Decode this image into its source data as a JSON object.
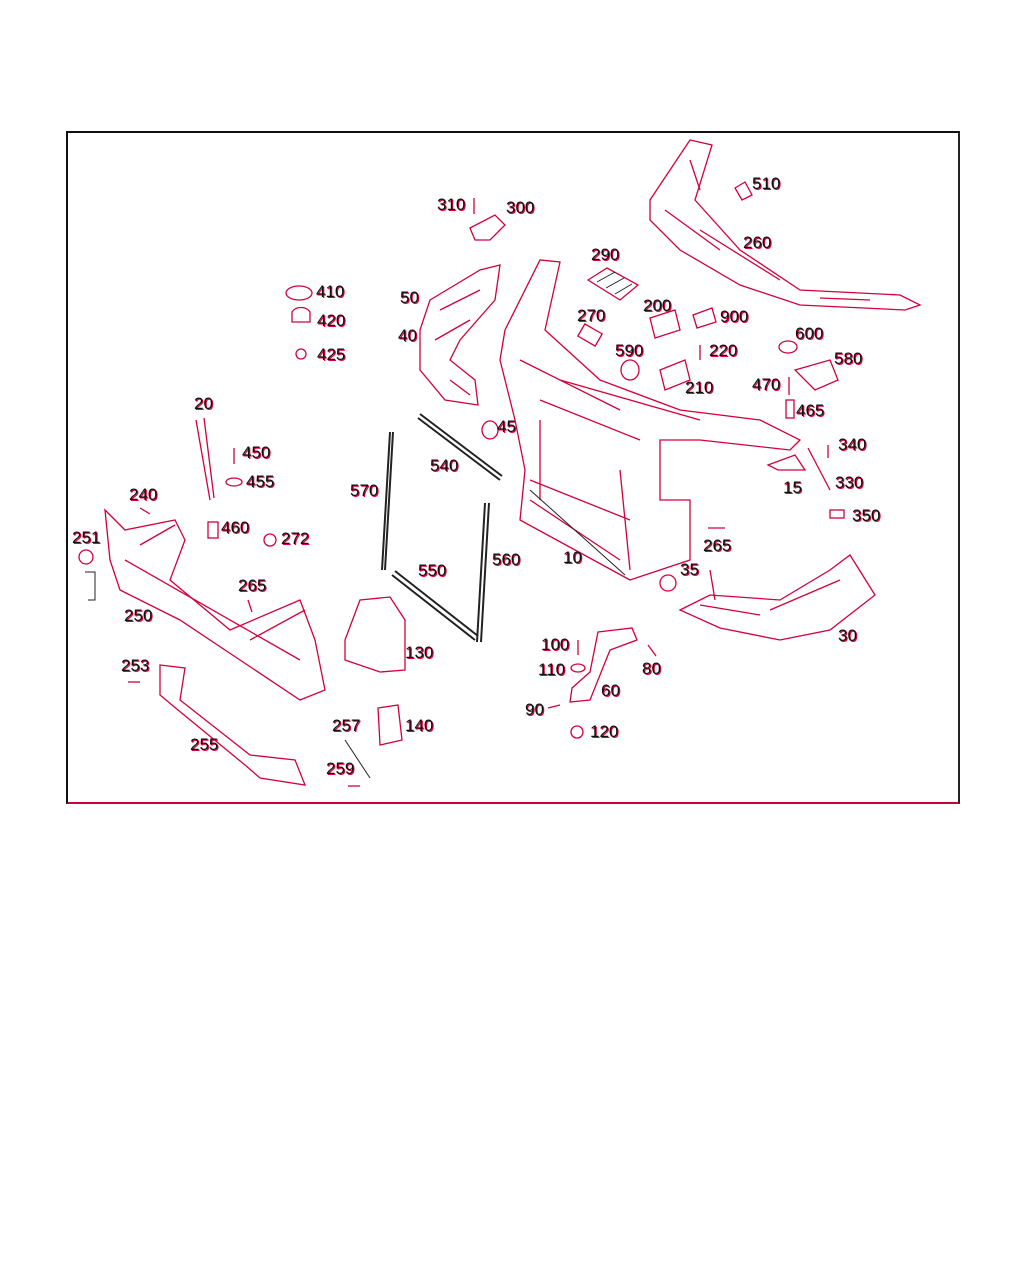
{
  "diagram": {
    "colors": {
      "line": "#d4003c",
      "text": "#111111",
      "frame": "#111111"
    },
    "part_numbers": [
      "310",
      "300",
      "290",
      "410",
      "50",
      "420",
      "200",
      "270",
      "900",
      "40",
      "425",
      "590",
      "220",
      "600",
      "580",
      "210",
      "470",
      "465",
      "510",
      "260",
      "20",
      "45",
      "450",
      "340",
      "540",
      "455",
      "330",
      "15",
      "240",
      "570",
      "350",
      "460",
      "272",
      "251",
      "265",
      "560",
      "10",
      "550",
      "35",
      "265",
      "250",
      "30",
      "130",
      "100",
      "110",
      "80",
      "253",
      "60",
      "90",
      "257",
      "140",
      "120",
      "255",
      "259"
    ]
  }
}
